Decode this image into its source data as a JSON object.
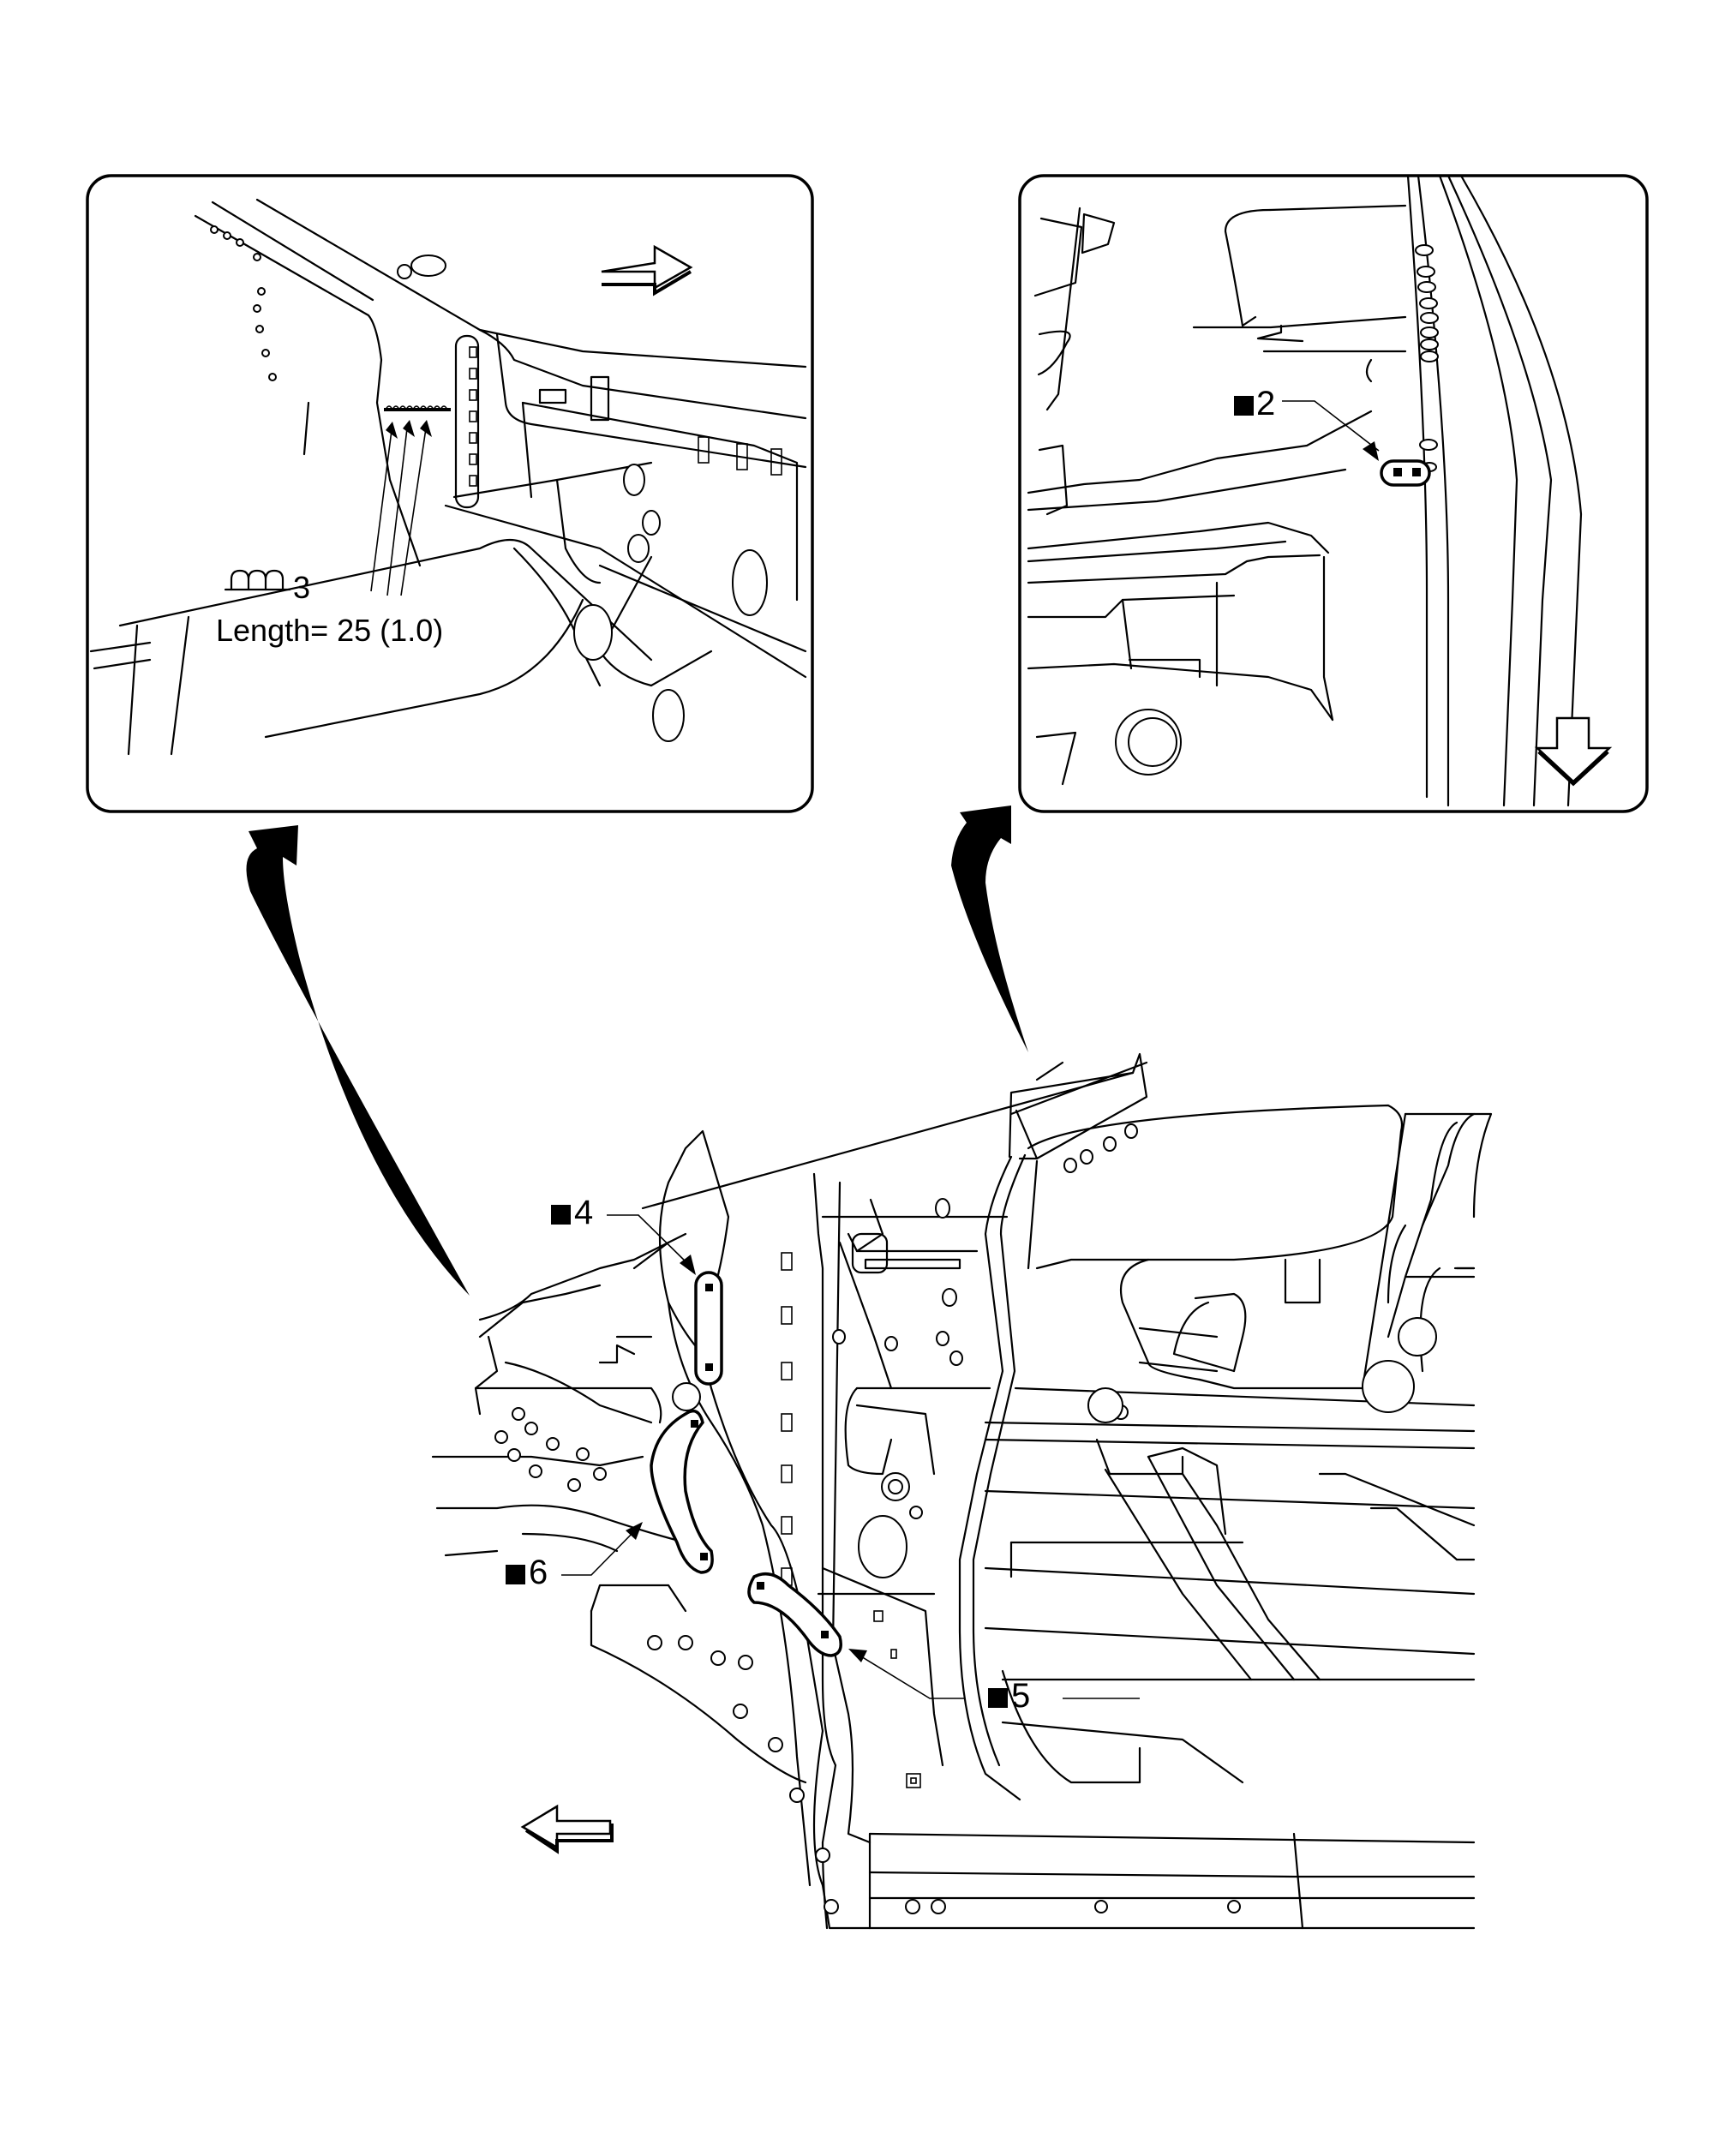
{
  "figure": {
    "type": "body repair diagram",
    "subject": "front pillar / cowl side area, weld point locations"
  },
  "detail_left": {
    "callout_number": "3",
    "callout_symbol": "seam-weld-icon",
    "length_text": "Length= 25 (1.0)",
    "direction_arrow": "right"
  },
  "detail_right": {
    "callout_number": "2",
    "callout_symbol": "spot-weld-square-icon",
    "direction_arrow": "down"
  },
  "main_view": {
    "callouts": [
      {
        "number": "4",
        "symbol": "spot-weld-square-icon"
      },
      {
        "number": "5",
        "symbol": "spot-weld-square-icon"
      },
      {
        "number": "6",
        "symbol": "spot-weld-square-icon"
      }
    ],
    "direction_arrow": "left"
  }
}
